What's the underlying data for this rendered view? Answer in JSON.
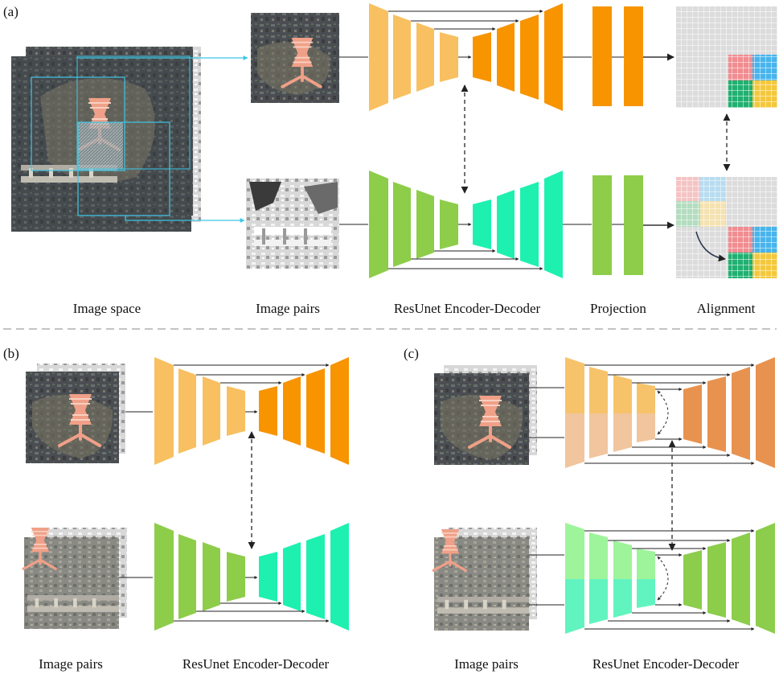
{
  "panels": {
    "a": {
      "label": "(a)"
    },
    "b": {
      "label": "(b)"
    },
    "c": {
      "label": "(c)"
    }
  },
  "captions": {
    "image_space": "Image space",
    "image_pairs": "Image pairs",
    "encoder_decoder": "ResUnet Encoder-Decoder",
    "projection": "Projection",
    "alignment": "Alignment"
  },
  "colors": {
    "enc_orange": "#f8c060",
    "dec_orange": "#f79400",
    "enc_green": "#8dcd4a",
    "dec_teal": "#1ef0b0",
    "proj_orange": "#f79400",
    "proj_green": "#8dcd4a",
    "c_enc_orange_top": "#f7c36a",
    "c_enc_orange_bottom": "#f1c59d",
    "c_dec_orange": "#e8924f",
    "c_enc_green_top": "#9ef49a",
    "c_enc_green_bottom": "#62f4c0",
    "c_dec_green": "#8ccd4c",
    "grid_gray": "#dcdcdc",
    "grid_red": "#f08c90",
    "grid_blue": "#48b4ec",
    "grid_green": "#20b070",
    "grid_yellow": "#f4c83c",
    "cyan_box": "#3cc8e8",
    "satellite_dark": "#4a4e52",
    "airport_pink": "#f0a088"
  }
}
